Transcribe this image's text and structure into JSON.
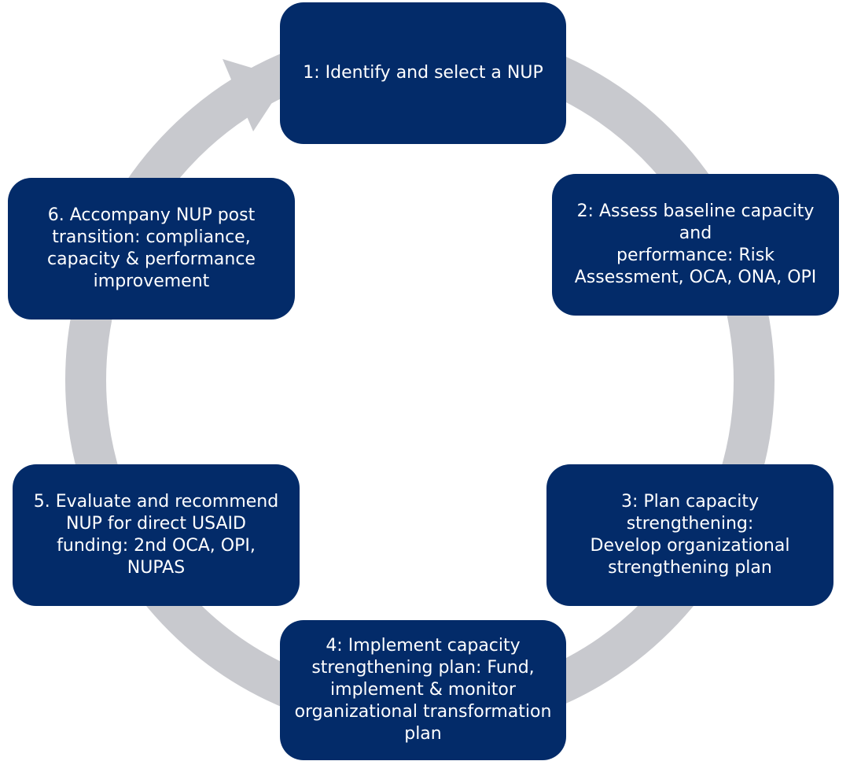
{
  "colors": {
    "box_fill": "#032b69",
    "box_text": "#ffffff",
    "ring": "#c8c9ce"
  },
  "steps": [
    {
      "id": "step1",
      "text": "1: Identify and select a NUP"
    },
    {
      "id": "step2",
      "text": "2: Assess baseline capacity and\nperformance: Risk\nAssessment, OCA, ONA, OPI"
    },
    {
      "id": "step3",
      "text": "3: Plan capacity strengthening:\nDevelop organizational\nstrengthening plan"
    },
    {
      "id": "step4",
      "text": "4: Implement capacity\nstrengthening plan: Fund,\nimplement & monitor\norganizational transformation\nplan"
    },
    {
      "id": "step5",
      "text": "5. Evaluate and recommend\nNUP for direct USAID\nfunding: 2nd OCA, OPI,\nNUPAS"
    },
    {
      "id": "step6",
      "text": "6. Accompany NUP post\ntransition: compliance,\ncapacity & performance\nimprovement"
    }
  ]
}
